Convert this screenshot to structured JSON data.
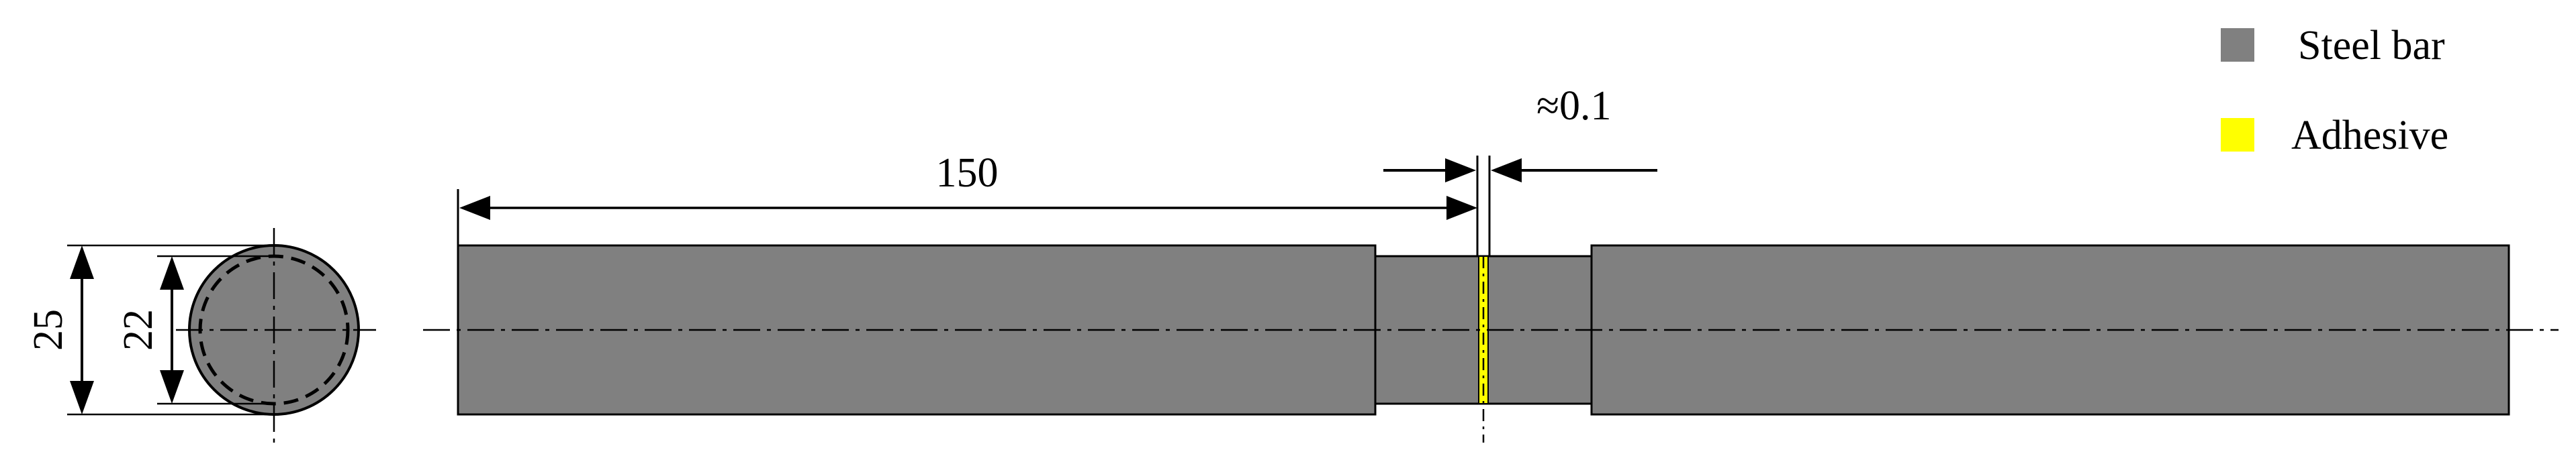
{
  "colors": {
    "steel": "#808080",
    "adhesive": "#ffff00",
    "line": "#000000",
    "background": "#ffffff"
  },
  "legend": {
    "items": [
      {
        "label": "Steel bar",
        "color": "#808080"
      },
      {
        "label": "Adhesive",
        "color": "#ffff00"
      }
    ]
  },
  "dimensions": {
    "outer_diameter": "25",
    "inner_diameter": "22",
    "bar_length": "150",
    "adhesive_thickness": "≈0.1"
  }
}
